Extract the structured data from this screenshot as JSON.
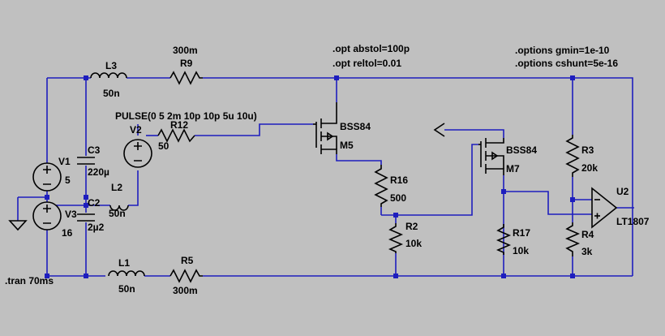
{
  "directives": {
    "abstol": ".opt abstol=100p",
    "reltol": ".opt reltol=0.01",
    "gmin": ".options gmin=1e-10",
    "cshunt": ".options cshunt=5e-16",
    "tran": ".tran 70ms"
  },
  "components": {
    "L3": {
      "name": "L3",
      "value": "50n"
    },
    "R9": {
      "name": "R9",
      "value": "300m"
    },
    "L1": {
      "name": "L1",
      "value": "50n"
    },
    "R5": {
      "name": "R5",
      "value": "300m"
    },
    "L2": {
      "name": "L2",
      "value": "50n"
    },
    "R12": {
      "name": "R12",
      "value": "50"
    },
    "V1": {
      "name": "V1",
      "value": "5"
    },
    "V2": {
      "name": "V2",
      "value": "PULSE(0 5 2m 10p 10p 5u 10u)"
    },
    "V3": {
      "name": "V3",
      "value": "16"
    },
    "C3": {
      "name": "C3",
      "value": "220µ"
    },
    "C2": {
      "name": "C2",
      "value": "2µ2"
    },
    "M5": {
      "name": "M5",
      "model": "BSS84"
    },
    "M7": {
      "name": "M7",
      "model": "BSS84"
    },
    "R16": {
      "name": "R16",
      "value": "500"
    },
    "R2": {
      "name": "R2",
      "value": "10k"
    },
    "R17": {
      "name": "R17",
      "value": "10k"
    },
    "R3": {
      "name": "R3",
      "value": "20k"
    },
    "R4": {
      "name": "R4",
      "value": "3k"
    },
    "U2": {
      "name": "U2",
      "model": "LT1807"
    }
  },
  "colors": {
    "background": "#c0c0c0",
    "wire": "#1e1ebe",
    "component": "#000000"
  }
}
